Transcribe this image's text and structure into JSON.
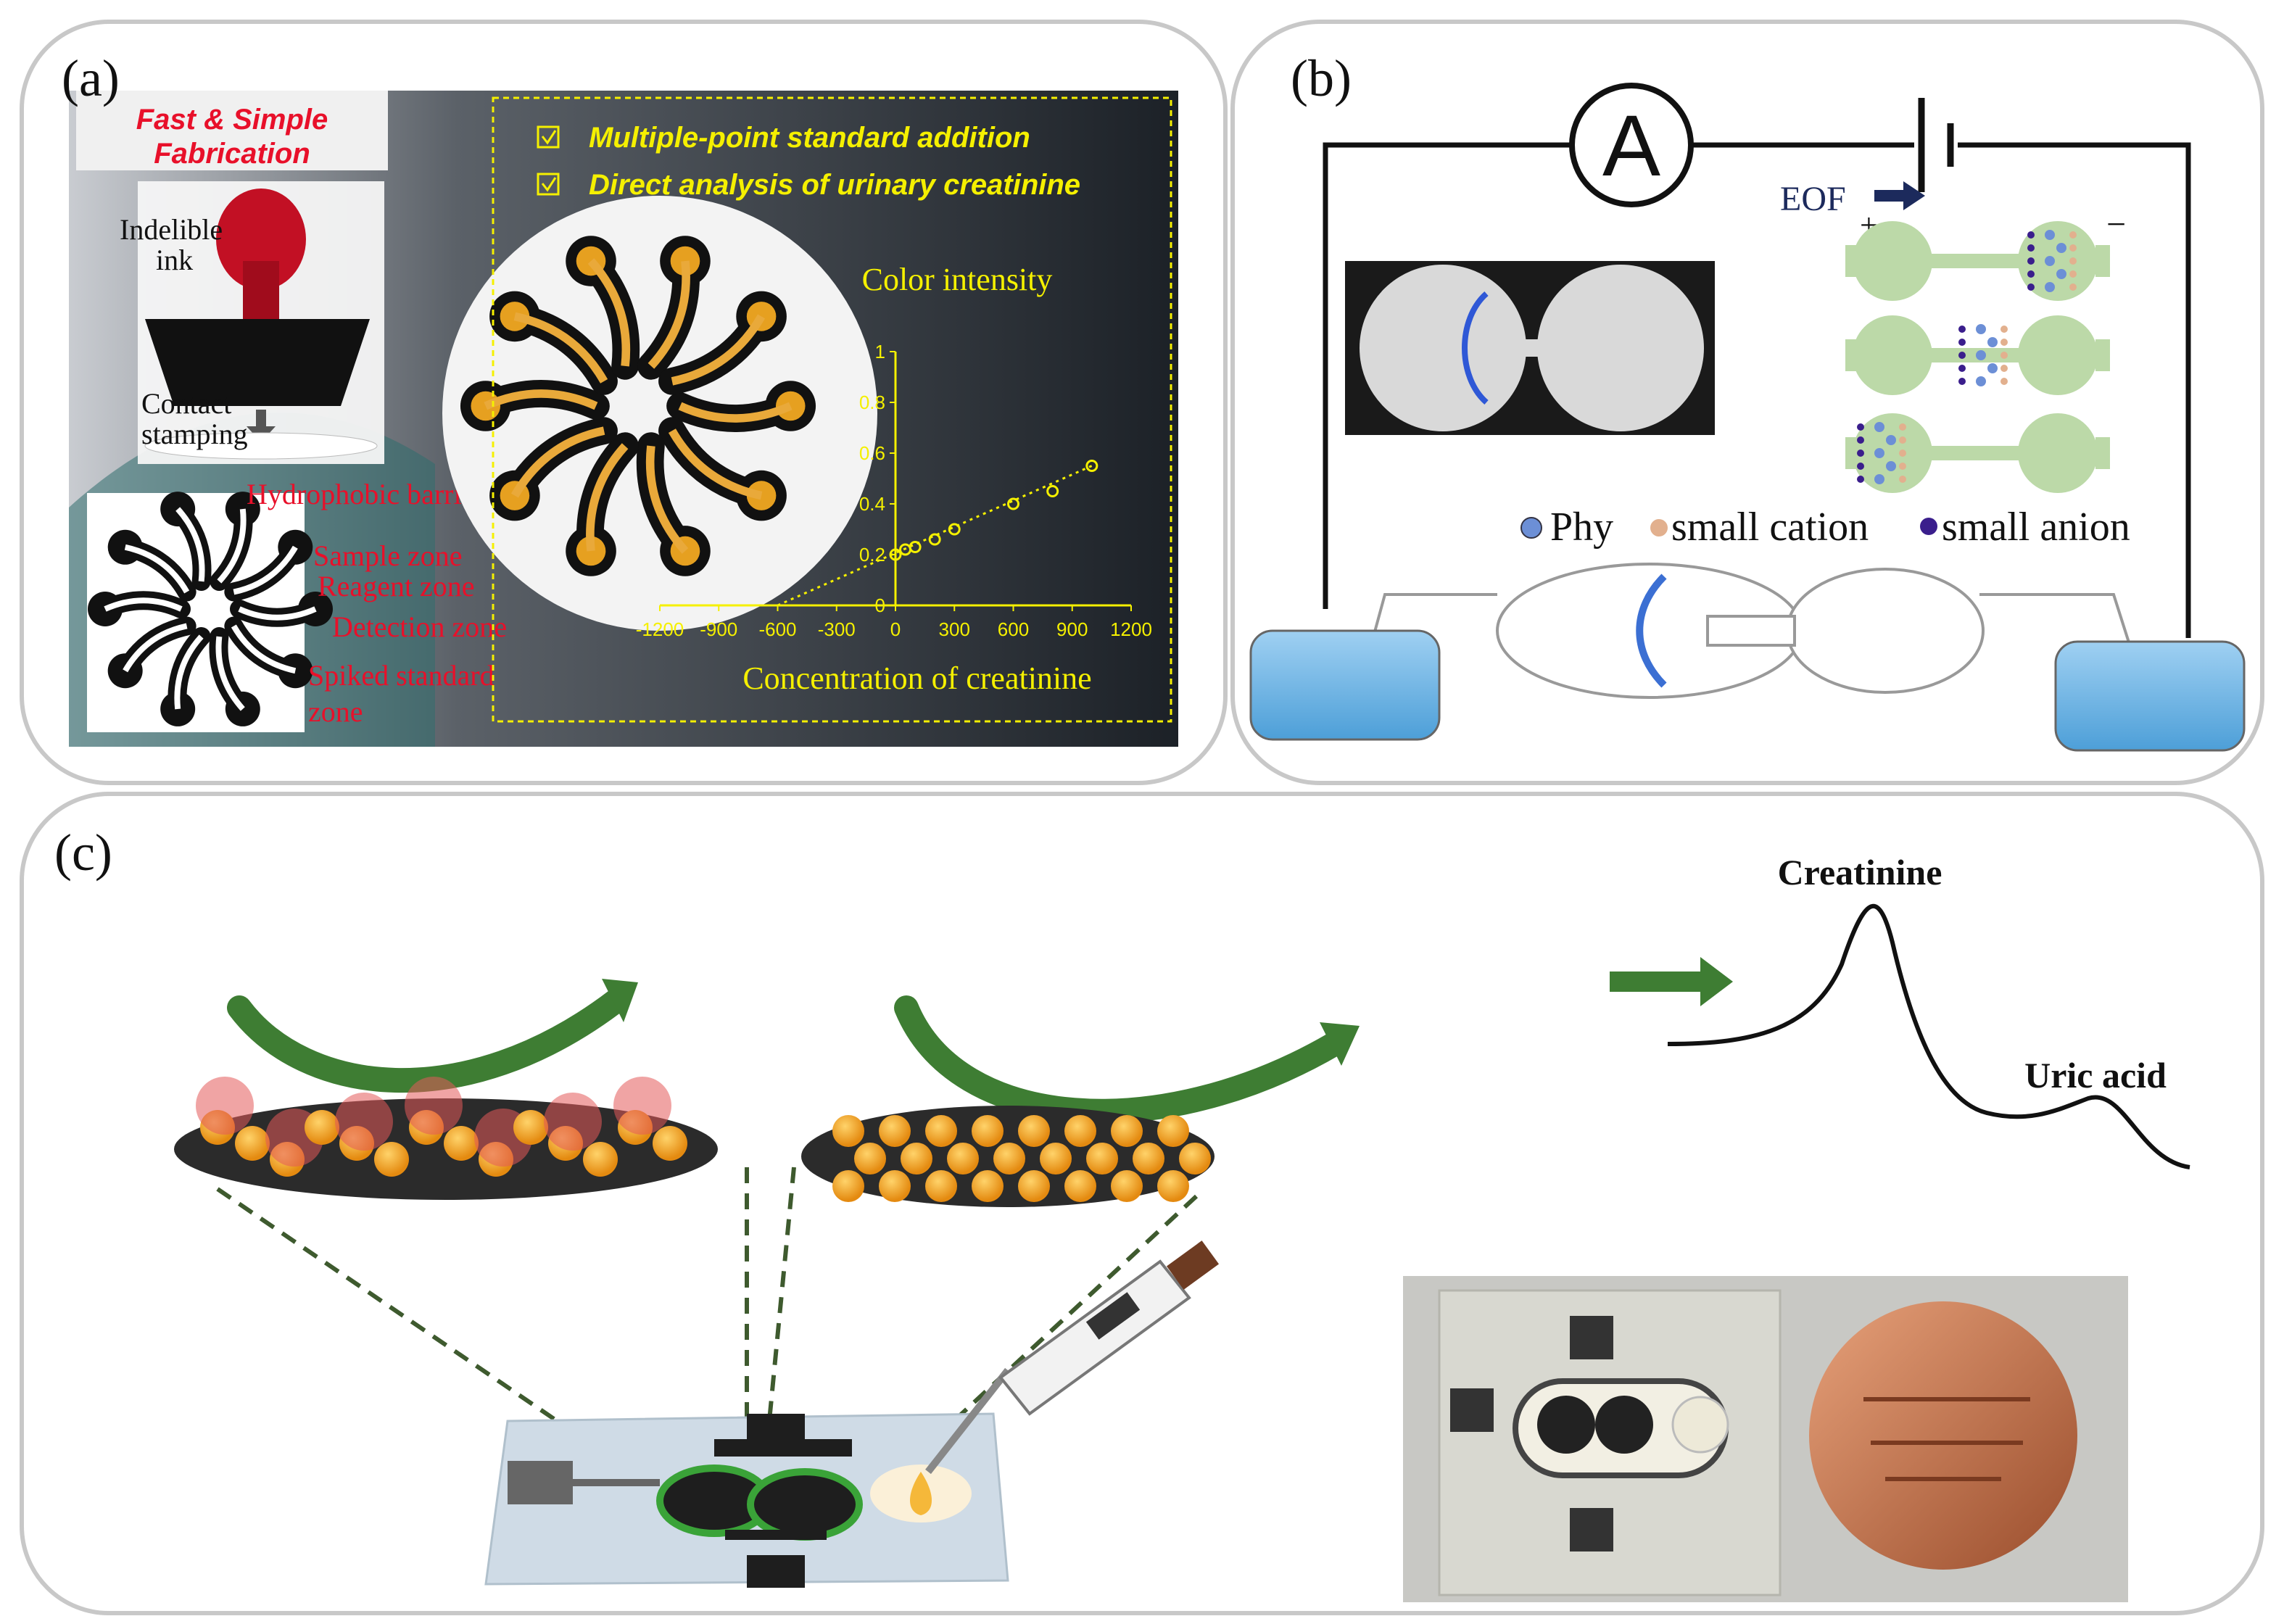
{
  "panels": {
    "a": {
      "label": "(a)",
      "banner": [
        "Fast & Simple",
        "Fabrication"
      ],
      "stamp_labels": {
        "ink": [
          "Indelible",
          "ink"
        ],
        "contact": [
          "Contact",
          "stamping"
        ]
      },
      "zone_labels": [
        "Hydrophobic barrier",
        "Sample zone",
        "Reagent zone",
        "Detection zone",
        "Spiked standard",
        "zone"
      ],
      "checklist": [
        "Multiple-point standard addition",
        "Direct analysis of urinary creatinine"
      ],
      "plot": {
        "ylabel": "Color intensity",
        "xlabel": "Concentration of creatinine",
        "xticks": [
          "-1200",
          "-900",
          "-600",
          "-300",
          "0",
          "300",
          "600",
          "900",
          "1200"
        ],
        "yticks": [
          "0",
          "0.2",
          "0.4",
          "0.6",
          "0.8",
          "1"
        ]
      }
    },
    "b": {
      "label": "(b)",
      "ammeter": "A",
      "eof": "EOF",
      "plus": "+",
      "minus": "−",
      "legend": [
        "Phy",
        "small cation",
        "small anion"
      ]
    },
    "c": {
      "label": "(c)",
      "peaks": [
        "Creatinine",
        "Uric acid"
      ]
    }
  },
  "chart_data": {
    "type": "scatter",
    "xlabel": "Concentration of creatinine",
    "ylabel": "Color intensity",
    "xlim": [
      -1200,
      1200
    ],
    "ylim": [
      0,
      1
    ],
    "x": [
      0,
      50,
      100,
      200,
      300,
      600,
      800,
      1000
    ],
    "y": [
      0.2,
      0.22,
      0.23,
      0.26,
      0.3,
      0.4,
      0.45,
      0.55
    ]
  },
  "colors": {
    "panel_border": "#c8c8c8",
    "photo_dark": "#2a2a2a",
    "plot_yellow": "#f5f000",
    "red_text": "#e8102a",
    "chip_green": "#bcd9a8",
    "arrow_green": "#3e7d33",
    "nanoparticle": "#f0a020",
    "buffer_blue": "#6fb6e6"
  }
}
